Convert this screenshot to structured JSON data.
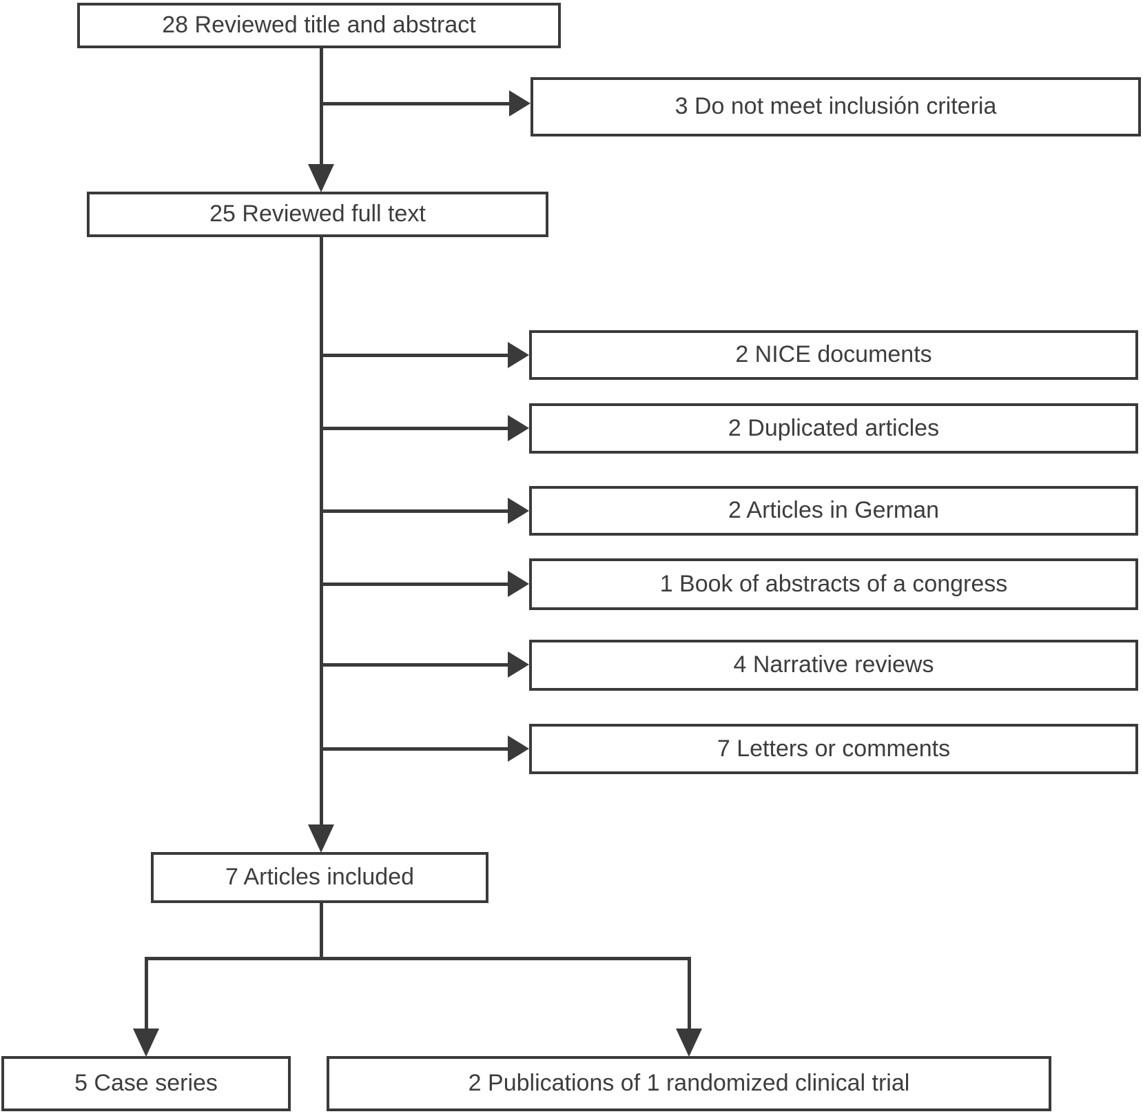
{
  "diagram": {
    "type": "flowchart",
    "background_color": "#ffffff",
    "line_color": "#3a3a3a",
    "text_color": "#3d3d3d",
    "nodes": {
      "reviewed_title_abstract": {
        "label": "28 Reviewed title and abstract"
      },
      "not_meet_inclusion": {
        "label": "3 Do not meet inclusión criteria"
      },
      "reviewed_full_text": {
        "label": "25 Reviewed full text"
      },
      "nice_documents": {
        "label": "2 NICE documents"
      },
      "duplicated_articles": {
        "label": "2 Duplicated articles"
      },
      "articles_in_german": {
        "label": "2 Articles in German"
      },
      "book_of_abstracts": {
        "label": "1 Book of abstracts of a congress"
      },
      "narrative_reviews": {
        "label": "4 Narrative reviews"
      },
      "letters_or_comments": {
        "label": "7 Letters or comments"
      },
      "articles_included": {
        "label": "7 Articles included"
      },
      "case_series": {
        "label": "5 Case series"
      },
      "publications_rct": {
        "label": "2 Publications of 1 randomized clinical trial"
      }
    },
    "edges": [
      {
        "from": "reviewed_title_abstract",
        "to": "not_meet_inclusion"
      },
      {
        "from": "reviewed_title_abstract",
        "to": "reviewed_full_text"
      },
      {
        "from": "reviewed_full_text",
        "to": "nice_documents"
      },
      {
        "from": "reviewed_full_text",
        "to": "duplicated_articles"
      },
      {
        "from": "reviewed_full_text",
        "to": "articles_in_german"
      },
      {
        "from": "reviewed_full_text",
        "to": "book_of_abstracts"
      },
      {
        "from": "reviewed_full_text",
        "to": "narrative_reviews"
      },
      {
        "from": "reviewed_full_text",
        "to": "letters_or_comments"
      },
      {
        "from": "reviewed_full_text",
        "to": "articles_included"
      },
      {
        "from": "articles_included",
        "to": "case_series"
      },
      {
        "from": "articles_included",
        "to": "publications_rct"
      }
    ]
  }
}
